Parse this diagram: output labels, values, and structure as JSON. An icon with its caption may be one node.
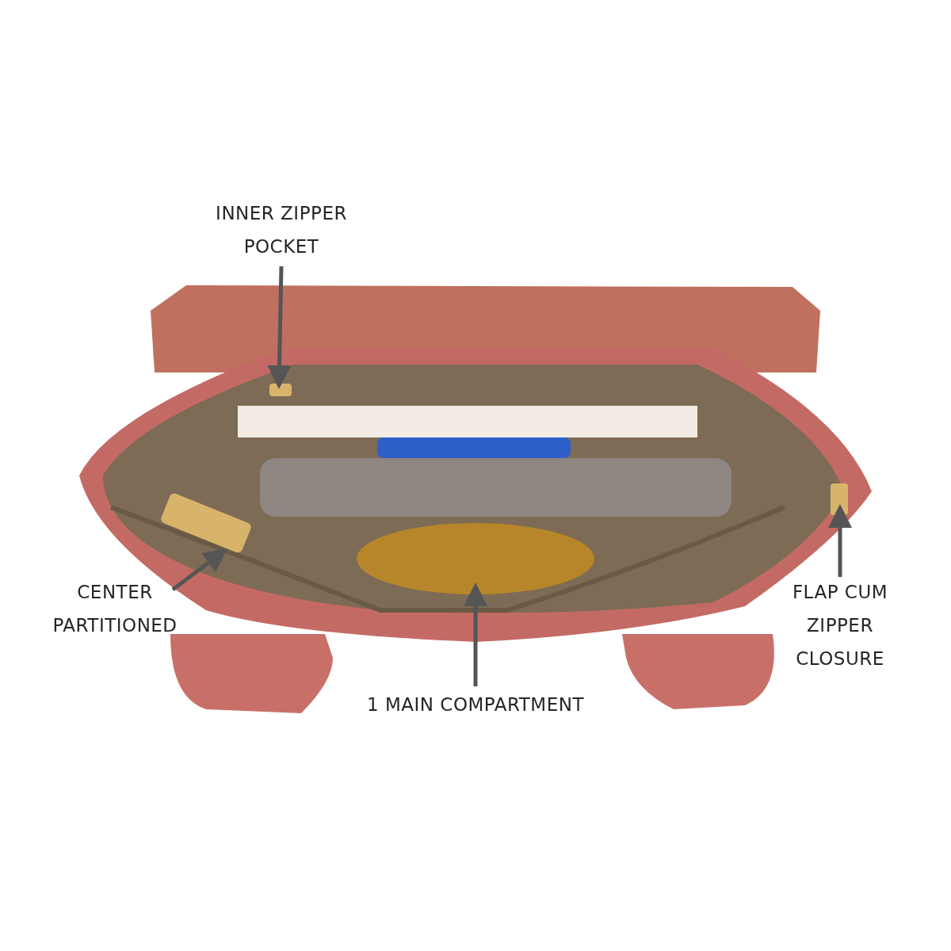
{
  "diagram": {
    "nodes": [
      {
        "text": [
          "INNER ZIPPER POCKET"
        ]
      },
      {
        "text": [
          "CENTER PARTITIONED"
        ]
      },
      {
        "text": [
          "1 MAIN COMPARTMENT"
        ]
      },
      {
        "text": [
          "FLAP CUM ZIPPER CLOSURE"
        ]
      }
    ],
    "edges": [
      {
        "from": 0,
        "to": null,
        "arrow": "to"
      },
      {
        "from": 1,
        "to": null,
        "arrow": "to"
      },
      {
        "from": 2,
        "to": null,
        "arrow": "to"
      },
      {
        "from": 3,
        "to": null,
        "arrow": "to"
      }
    ]
  }
}
